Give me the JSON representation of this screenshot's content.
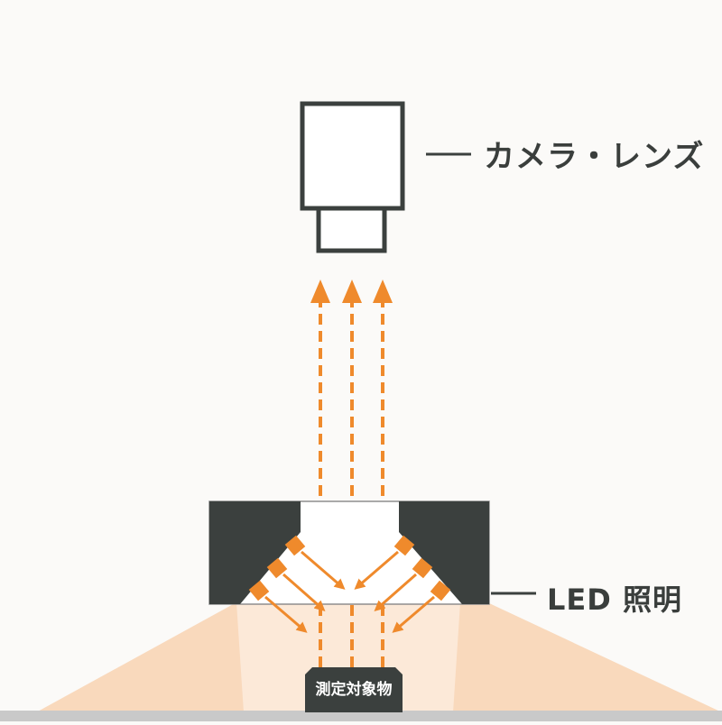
{
  "labels": {
    "camera_lens": "カメラ・レンズ",
    "led_lighting": "LED 照明",
    "target_object": "測定対象物"
  },
  "colors": {
    "background": "#fbfaf8",
    "housing": "#3b403e",
    "arrow": "#ef8a2c",
    "light_cone_outer": "#f8d2b1",
    "light_cone_inner": "#fbe6d2",
    "base": "#c9c9c9",
    "text": "#3a3e3c"
  }
}
